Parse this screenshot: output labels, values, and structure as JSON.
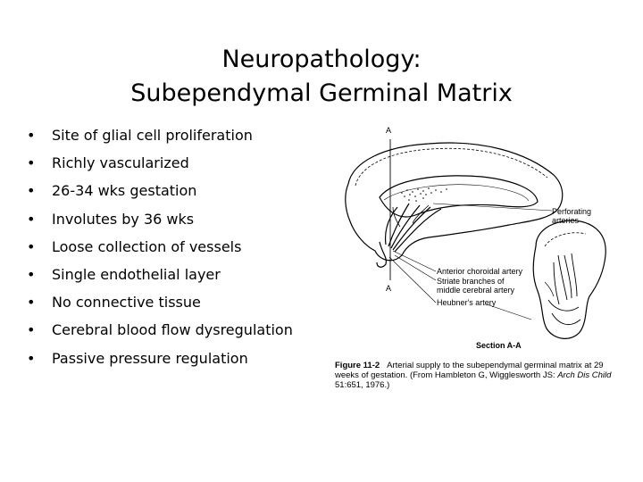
{
  "slide": {
    "title_line1": "Neuropathology:",
    "title_line2": "Subependymal Germinal Matrix",
    "bullets": [
      "Site of glial cell proliferation",
      "Richly vascularized",
      "26-34 wks gestation",
      "Involutes by 36 wks",
      "Loose collection of vessels",
      "Single endothelial layer",
      "No connective tissue",
      "Cerebral blood flow dysregulation",
      "Passive pressure regulation"
    ],
    "bullet_glyph": "•"
  },
  "figure": {
    "label_a_top": "A",
    "label_a_bottom": "A",
    "perforating_1": "Perforating",
    "perforating_2": "arteries",
    "anterior_choroidal": "Anterior choroidal artery",
    "striate_1": "Striate branches of",
    "striate_2": "middle cerebral artery",
    "heubner": "Heubner's artery",
    "section": "Section A-A",
    "caption_fig": "Figure 11-2",
    "caption_text1": "Arterial supply to the subependymal germinal matrix at 29 weeks of gestation. (From Hambleton G, Wigglesworth JS: ",
    "caption_journal": "Arch Dis Child",
    "caption_text2": " 51:651, 1976.)"
  }
}
